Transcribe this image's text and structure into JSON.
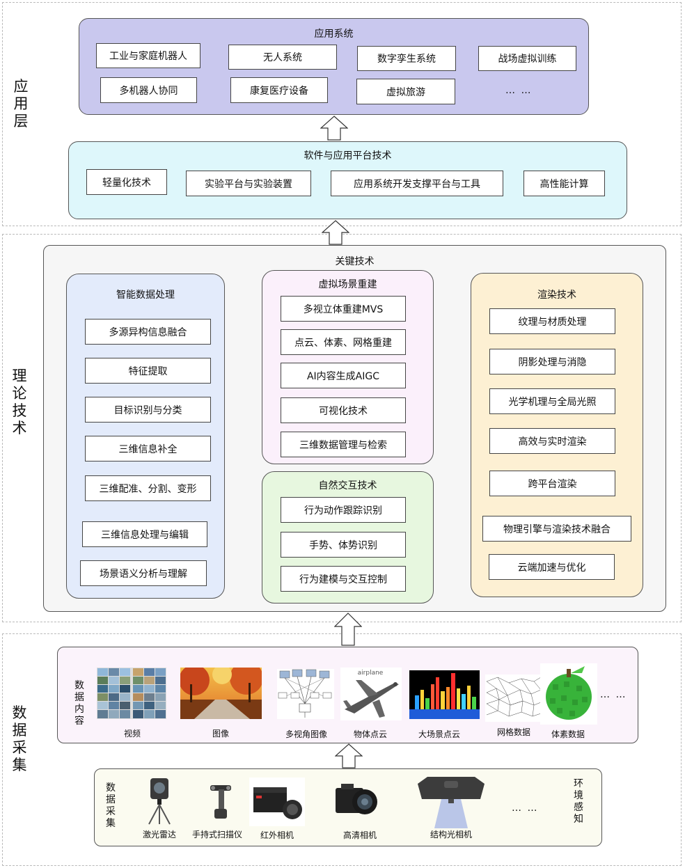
{
  "layers": {
    "app": "应用层",
    "theory": "理论技术",
    "data": "数据采集"
  },
  "application_system": {
    "title": "应用系统",
    "items": [
      "工业与家庭机器人",
      "无人系统",
      "数字孪生系统",
      "战场虚拟训练",
      "多机器人协同",
      "康复医疗设备",
      "虚拟旅游"
    ],
    "more": "… …"
  },
  "platform": {
    "title": "软件与应用平台技术",
    "items": [
      "轻量化技术",
      "实验平台与实验装置",
      "应用系统开发支撑平台与工具",
      "高性能计算"
    ]
  },
  "key_tech": {
    "title": "关键技术",
    "intelligent": {
      "title": "智能数据处理",
      "items": [
        "多源异构信息融合",
        "特征提取",
        "目标识别与分类",
        "三维信息补全",
        "三维配准、分割、变形",
        "三维信息处理与编辑",
        "场景语义分析与理解"
      ]
    },
    "virtual": {
      "title": "虚拟场景重建",
      "items": [
        "多视立体重建MVS",
        "点云、体素、网格重建",
        "AI内容生成AIGC",
        "可视化技术",
        "三维数据管理与检索"
      ]
    },
    "interaction": {
      "title": "自然交互技术",
      "items": [
        "行为动作跟踪识别",
        "手势、体势识别",
        "行为建模与交互控制"
      ]
    },
    "render": {
      "title": "渲染技术",
      "items": [
        "纹理与材质处理",
        "阴影处理与消隐",
        "光学机理与全局光照",
        "高效与实时渲染",
        "跨平台渲染",
        "物理引擎与渲染技术融合",
        "云端加速与优化"
      ]
    }
  },
  "data_content": {
    "label": "数据内容",
    "captions": [
      "视频",
      "图像",
      "多视角图像",
      "物体点云",
      "大场景点云",
      "网格数据",
      "体素数据"
    ],
    "airplane_text": "airplane",
    "more": "… …"
  },
  "data_capture": {
    "label": "数据采集",
    "right_label": "环境感知",
    "captions": [
      "激光雷达",
      "手持式扫描仪",
      "红外相机",
      "高清相机",
      "结构光相机"
    ],
    "more": "… …"
  },
  "colors": {
    "app_panel": "#c9c8ee",
    "platform_panel": "#def7fb",
    "key_panel": "#f6f6f6",
    "intelligent_panel": "#e3ebfb",
    "virtual_panel": "#fbf0fb",
    "interaction_panel": "#e7f7df",
    "render_panel": "#fdf0d3",
    "content_panel": "#fbf3fb",
    "capture_panel": "#fbfbf0"
  }
}
